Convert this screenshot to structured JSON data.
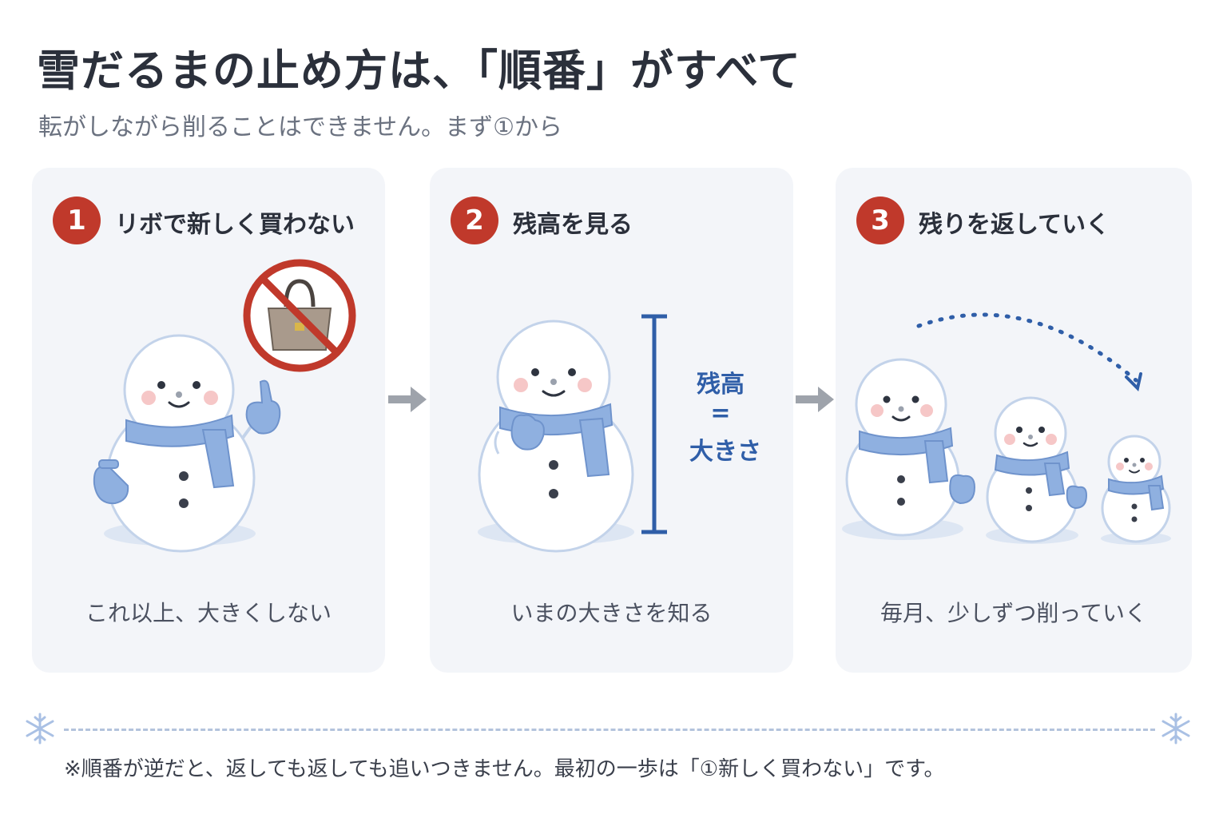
{
  "header": {
    "title": "雪だるまの止め方は、「順番」がすべて",
    "subtitle": "転がしながら削ることはできません。まず①から"
  },
  "steps": [
    {
      "number": "1",
      "title": "リボで新しく買わない",
      "caption": "これ以上、大きくしない",
      "icon": "no-shopping-bag-icon"
    },
    {
      "number": "2",
      "title": "残高を見る",
      "caption": "いまの大きさを知る",
      "label_top": "残高",
      "label_mid": "=",
      "label_bottom": "大きさ"
    },
    {
      "number": "3",
      "title": "残りを返していく",
      "caption": "毎月、少しずつ削っていく"
    }
  ],
  "footnote": "※順番が逆だと、返しても返しても追いつきません。最初の一歩は「①新しく買わない」です。",
  "colors": {
    "accent_red": "#c0392b",
    "accent_blue": "#2f5ea8",
    "scarf_blue": "#8fb0e0",
    "card_bg": "#f3f5f9"
  }
}
